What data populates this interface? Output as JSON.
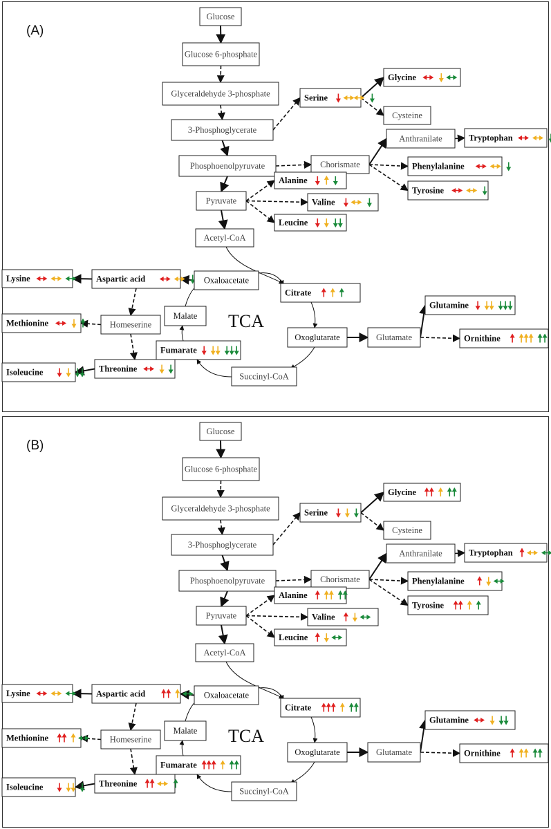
{
  "colors": {
    "red": "#e02020",
    "orange": "#f0b020",
    "green": "#1a8a3a",
    "line": "#111111",
    "gray_text": "#444444"
  },
  "panels": [
    {
      "label": "(A)",
      "tca_label": "TCA",
      "nodes": {
        "glucose": {
          "name": "Glucose"
        },
        "g6p": {
          "name": "Glucose 6-phosphate"
        },
        "g3p": {
          "name": "Glyceraldehyde 3-phosphate"
        },
        "pg3": {
          "name": "3-Phosphoglycerate"
        },
        "pep": {
          "name": "Phosphoenolpyruvate"
        },
        "pyruvate": {
          "name": "Pyruvate"
        },
        "acetylcoa": {
          "name": "Acetyl-CoA"
        },
        "serine": {
          "name": "Serine",
          "groups": [
            [
              "d"
            ],
            [
              "lr",
              "lr"
            ],
            [
              "d"
            ]
          ]
        },
        "glycine": {
          "name": "Glycine",
          "groups": [
            [
              "lr"
            ],
            [
              "d"
            ],
            [
              "lr"
            ]
          ]
        },
        "cysteine": {
          "name": "Cysteine"
        },
        "anthranilate": {
          "name": "Anthranilate"
        },
        "tryptophan": {
          "name": "Tryptophan",
          "groups": [
            [
              "lr"
            ],
            [
              "lr"
            ],
            [
              "d"
            ]
          ]
        },
        "chorismate": {
          "name": "Chorismate"
        },
        "phenylalanine": {
          "name": "Phenylalanine",
          "groups": [
            [
              "lr"
            ],
            [
              "lr"
            ],
            [
              "d"
            ]
          ]
        },
        "tyrosine": {
          "name": "Tyrosine",
          "groups": [
            [
              "lr"
            ],
            [
              "lr"
            ],
            [
              "d"
            ]
          ]
        },
        "alanine": {
          "name": "Alanine",
          "groups": [
            [
              "d"
            ],
            [
              "u"
            ],
            [
              "d"
            ]
          ]
        },
        "valine": {
          "name": "Valine",
          "groups": [
            [
              "d"
            ],
            [
              "lr"
            ],
            [
              "d"
            ]
          ]
        },
        "leucine": {
          "name": "Leucine",
          "groups": [
            [
              "d"
            ],
            [
              "d"
            ],
            [
              "d",
              "d"
            ]
          ]
        },
        "lysine": {
          "name": "Lysine",
          "groups": [
            [
              "lr"
            ],
            [
              "lr"
            ],
            [
              "lr"
            ]
          ]
        },
        "aspartic": {
          "name": "Aspartic acid",
          "groups": [
            [
              "lr"
            ],
            [
              "lr"
            ],
            [
              "d"
            ]
          ]
        },
        "oxaloacetate": {
          "name": "Oxaloacetate"
        },
        "citrate": {
          "name": "Citrate",
          "groups": [
            [
              "u"
            ],
            [
              "u"
            ],
            [
              "u"
            ]
          ]
        },
        "methionine": {
          "name": "Methionine",
          "groups": [
            [
              "lr"
            ],
            [
              "d"
            ],
            [
              "u"
            ]
          ]
        },
        "homeserine": {
          "name": "Homeserine"
        },
        "malate": {
          "name": "Malate"
        },
        "glutamine": {
          "name": "Glutamine",
          "groups": [
            [
              "d"
            ],
            [
              "d",
              "d"
            ],
            [
              "d",
              "d",
              "d"
            ]
          ]
        },
        "oxoglutarate": {
          "name": "Oxoglutarate"
        },
        "glutamate": {
          "name": "Glutamate"
        },
        "ornithine": {
          "name": "Ornithine",
          "groups": [
            [
              "u"
            ],
            [
              "u",
              "u",
              "u"
            ],
            [
              "u",
              "u"
            ]
          ]
        },
        "fumarate": {
          "name": "Fumarate",
          "groups": [
            [
              "d"
            ],
            [
              "d",
              "d"
            ],
            [
              "d",
              "d",
              "d"
            ]
          ]
        },
        "isoleucine": {
          "name": "Isoleucine",
          "groups": [
            [
              "d"
            ],
            [
              "d"
            ],
            [
              "d",
              "d"
            ]
          ]
        },
        "threonine": {
          "name": "Threonine",
          "groups": [
            [
              "lr"
            ],
            [
              "d"
            ],
            [
              "d"
            ]
          ]
        },
        "succinylcoa": {
          "name": "Succinyl-CoA"
        }
      }
    },
    {
      "label": "(B)",
      "tca_label": "TCA",
      "nodes": {
        "glucose": {
          "name": "Glucose"
        },
        "g6p": {
          "name": "Glucose 6-phosphate"
        },
        "g3p": {
          "name": "Glyceraldehyde 3-phosphate"
        },
        "pg3": {
          "name": "3-Phosphoglycerate"
        },
        "pep": {
          "name": "Phosphoenolpyruvate"
        },
        "pyruvate": {
          "name": "Pyruvate"
        },
        "acetylcoa": {
          "name": "Acetyl-CoA"
        },
        "serine": {
          "name": "Serine",
          "groups": [
            [
              "d"
            ],
            [
              "d"
            ],
            [
              "d"
            ]
          ]
        },
        "glycine": {
          "name": "Glycine",
          "groups": [
            [
              "u",
              "u"
            ],
            [
              "u"
            ],
            [
              "u",
              "u"
            ]
          ]
        },
        "cysteine": {
          "name": "Cysteine"
        },
        "anthranilate": {
          "name": "Anthranilate"
        },
        "tryptophan": {
          "name": "Tryptophan",
          "groups": [
            [
              "u"
            ],
            [
              "lr"
            ],
            [
              "lr"
            ]
          ]
        },
        "chorismate": {
          "name": "Chorismate"
        },
        "phenylalanine": {
          "name": "Phenylalanine",
          "groups": [
            [
              "u"
            ],
            [
              "d"
            ],
            [
              "lr"
            ]
          ]
        },
        "tyrosine": {
          "name": "Tyrosine",
          "groups": [
            [
              "u",
              "u"
            ],
            [
              "u"
            ],
            [
              "u"
            ]
          ]
        },
        "alanine": {
          "name": "Alanine",
          "groups": [
            [
              "u"
            ],
            [
              "u",
              "u"
            ],
            [
              "u",
              "u"
            ]
          ]
        },
        "valine": {
          "name": "Valine",
          "groups": [
            [
              "u"
            ],
            [
              "d"
            ],
            [
              "lr"
            ]
          ]
        },
        "leucine": {
          "name": "Leucine",
          "groups": [
            [
              "u"
            ],
            [
              "d"
            ],
            [
              "lr"
            ]
          ]
        },
        "lysine": {
          "name": "Lysine",
          "groups": [
            [
              "lr"
            ],
            [
              "lr"
            ],
            [
              "lr"
            ]
          ]
        },
        "aspartic": {
          "name": "Aspartic acid",
          "groups": [
            [
              "u",
              "u"
            ],
            [
              "u"
            ],
            [
              "lr"
            ]
          ]
        },
        "oxaloacetate": {
          "name": "Oxaloacetate"
        },
        "citrate": {
          "name": "Citrate",
          "groups": [
            [
              "u",
              "u",
              "u"
            ],
            [
              "u"
            ],
            [
              "u",
              "u"
            ]
          ]
        },
        "methionine": {
          "name": "Methionine",
          "groups": [
            [
              "u",
              "u"
            ],
            [
              "u"
            ],
            [
              "lr"
            ]
          ]
        },
        "homeserine": {
          "name": "Homeserine"
        },
        "malate": {
          "name": "Malate"
        },
        "glutamine": {
          "name": "Glutamine",
          "groups": [
            [
              "lr"
            ],
            [
              "d"
            ],
            [
              "d",
              "d"
            ]
          ]
        },
        "oxoglutarate": {
          "name": "Oxoglutarate"
        },
        "glutamate": {
          "name": "Glutamate"
        },
        "ornithine": {
          "name": "Ornithine",
          "groups": [
            [
              "u"
            ],
            [
              "u",
              "u"
            ],
            [
              "u",
              "u"
            ]
          ]
        },
        "fumarate": {
          "name": "Fumarate",
          "groups": [
            [
              "u",
              "u",
              "u"
            ],
            [
              "u"
            ],
            [
              "u",
              "u"
            ]
          ]
        },
        "isoleucine": {
          "name": "Isoleucine",
          "groups": [
            [
              "d"
            ],
            [
              "d",
              "d"
            ],
            [
              "d"
            ]
          ]
        },
        "threonine": {
          "name": "Threonine",
          "groups": [
            [
              "u",
              "u"
            ],
            [
              "lr"
            ],
            [
              "u"
            ]
          ]
        },
        "succinylcoa": {
          "name": "Succinyl-CoA"
        }
      }
    }
  ]
}
